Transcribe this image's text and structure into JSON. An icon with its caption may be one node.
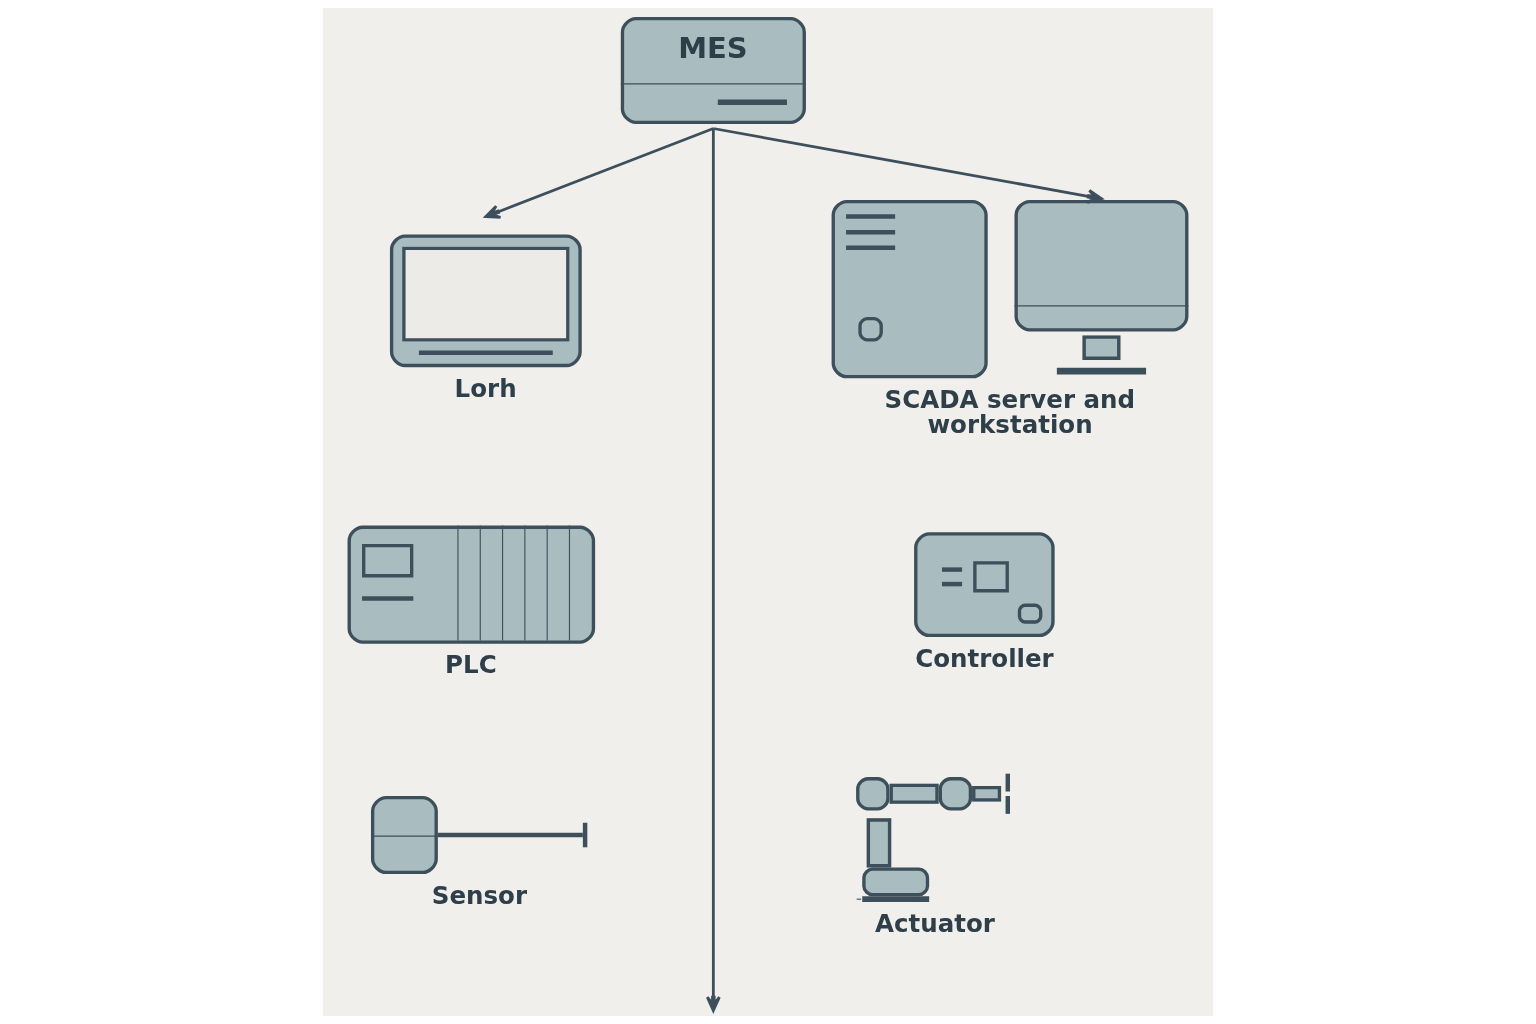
{
  "diagram": {
    "nodes": [
      {
        "text": [
          "MES"
        ]
      },
      {
        "text": [
          "Lorh"
        ]
      },
      {
        "text": [
          "SCADA server and workstation"
        ]
      },
      {
        "text": [
          "PLC"
        ]
      },
      {
        "text": [
          "Controller"
        ]
      },
      {
        "text": [
          "Sensor"
        ]
      },
      {
        "text": [
          "Actuator"
        ]
      }
    ],
    "edges": [
      {
        "from": 0,
        "to": 1,
        "arrow": "to"
      },
      {
        "from": 0,
        "to": null,
        "arrow": "to"
      },
      {
        "from": 0,
        "to": 2,
        "arrow": "to"
      }
    ]
  }
}
